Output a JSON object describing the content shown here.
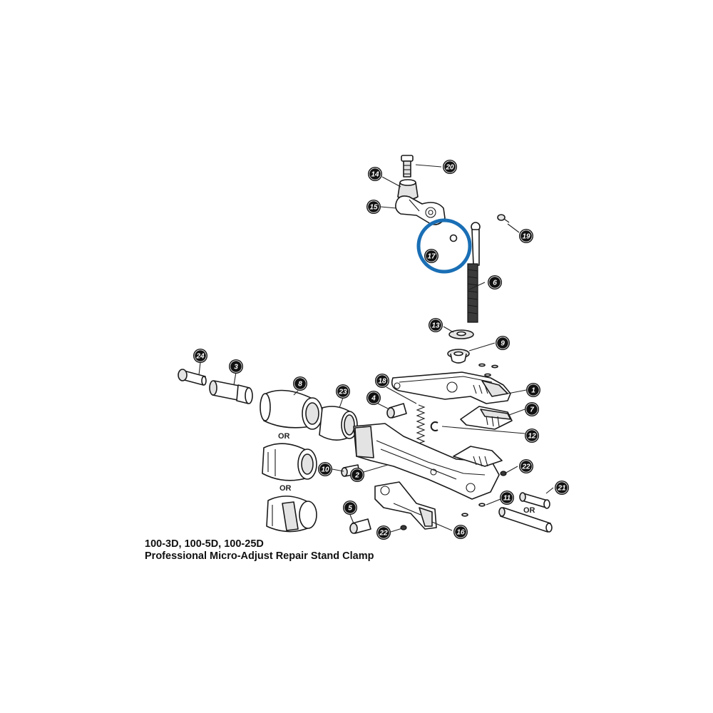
{
  "caption": {
    "models": "100-3D, 100-5D, 100-25D",
    "title": "Professional Micro-Adjust Repair Stand Clamp"
  },
  "alternate_label": "OR",
  "highlight_color": "#1a6fb5",
  "callouts": [
    {
      "id": "20",
      "label": "20"
    },
    {
      "id": "14",
      "label": "14"
    },
    {
      "id": "15",
      "label": "15"
    },
    {
      "id": "19",
      "label": "19"
    },
    {
      "id": "17",
      "label": "17",
      "highlighted": true
    },
    {
      "id": "6",
      "label": "6"
    },
    {
      "id": "13",
      "label": "13"
    },
    {
      "id": "9",
      "label": "9"
    },
    {
      "id": "24",
      "label": "24"
    },
    {
      "id": "3",
      "label": "3"
    },
    {
      "id": "8",
      "label": "8"
    },
    {
      "id": "23",
      "label": "23"
    },
    {
      "id": "18",
      "label": "18"
    },
    {
      "id": "4",
      "label": "4"
    },
    {
      "id": "1",
      "label": "1"
    },
    {
      "id": "7",
      "label": "7"
    },
    {
      "id": "12",
      "label": "12"
    },
    {
      "id": "10",
      "label": "10"
    },
    {
      "id": "2",
      "label": "2"
    },
    {
      "id": "22a",
      "label": "22"
    },
    {
      "id": "21",
      "label": "21"
    },
    {
      "id": "11",
      "label": "11"
    },
    {
      "id": "5",
      "label": "5"
    },
    {
      "id": "22b",
      "label": "22"
    },
    {
      "id": "16",
      "label": "16"
    }
  ]
}
